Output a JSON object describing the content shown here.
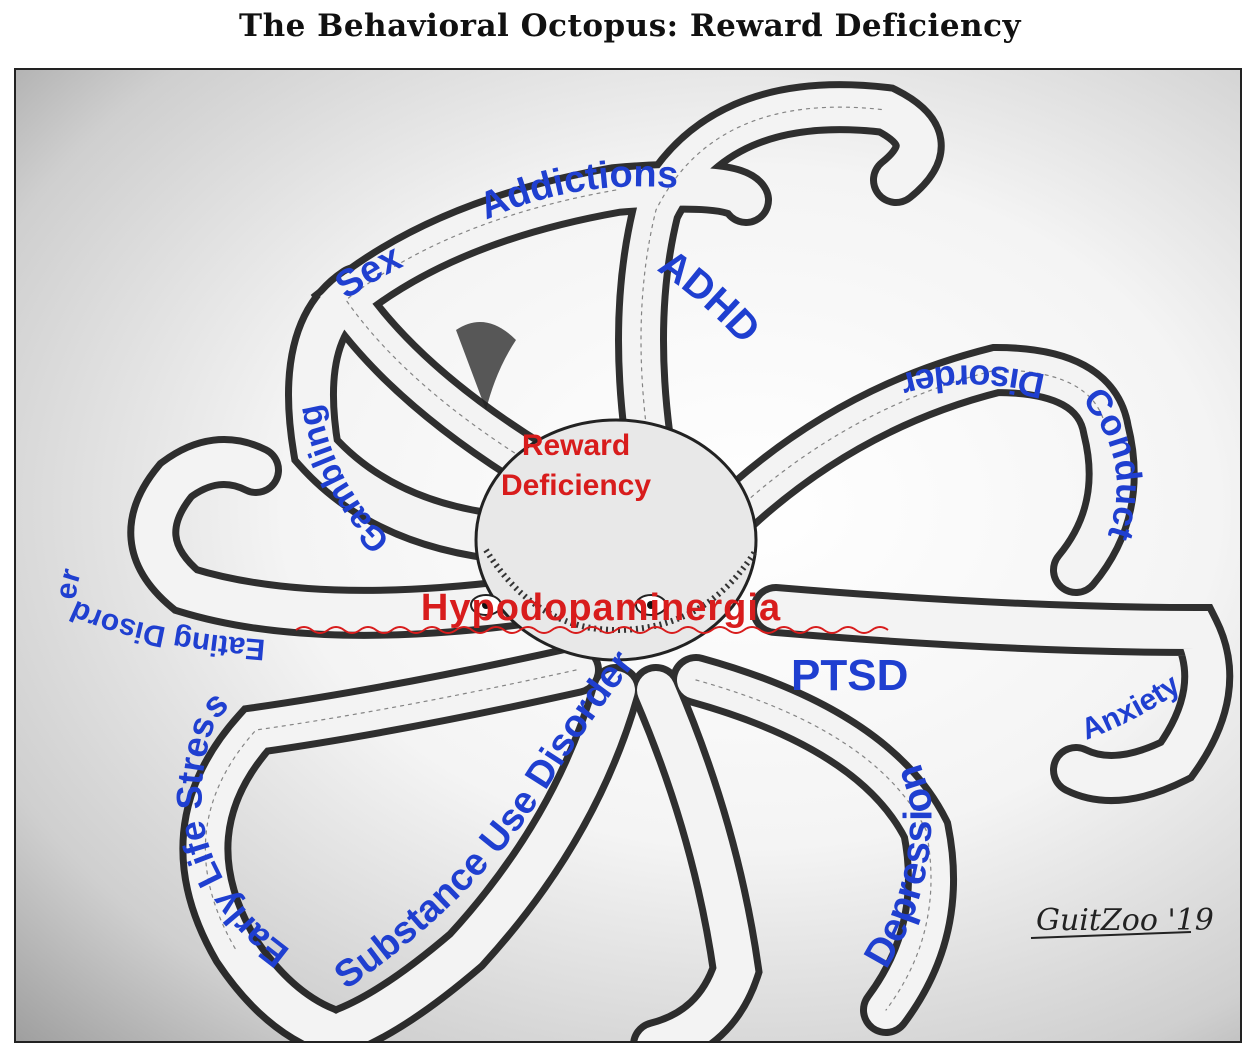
{
  "title": "The Behavioral Octopus:  Reward Deficiency",
  "colors": {
    "label_blue": "#1f3fd0",
    "label_red": "#d81c1c",
    "ink": "#111111"
  },
  "center": {
    "line1": "Reward",
    "line2": "Deficiency",
    "body_label": "Hypodopaminergia"
  },
  "tentacle_labels": {
    "sex": "Sex",
    "addictions": "Addictions",
    "adhd": "ADHD",
    "gambling": "Gambling",
    "disorder_top": "Disorder",
    "conduct": "Conduct",
    "eating_disorder": "Eating Disorder",
    "ptsd": "PTSD",
    "anxiety": "Anxiety",
    "early_life_stress": "Early Life Stress",
    "substance_use_disorder": "Substance Use Disorder",
    "depression": "Depression"
  },
  "signature": "GuitZoo '19"
}
